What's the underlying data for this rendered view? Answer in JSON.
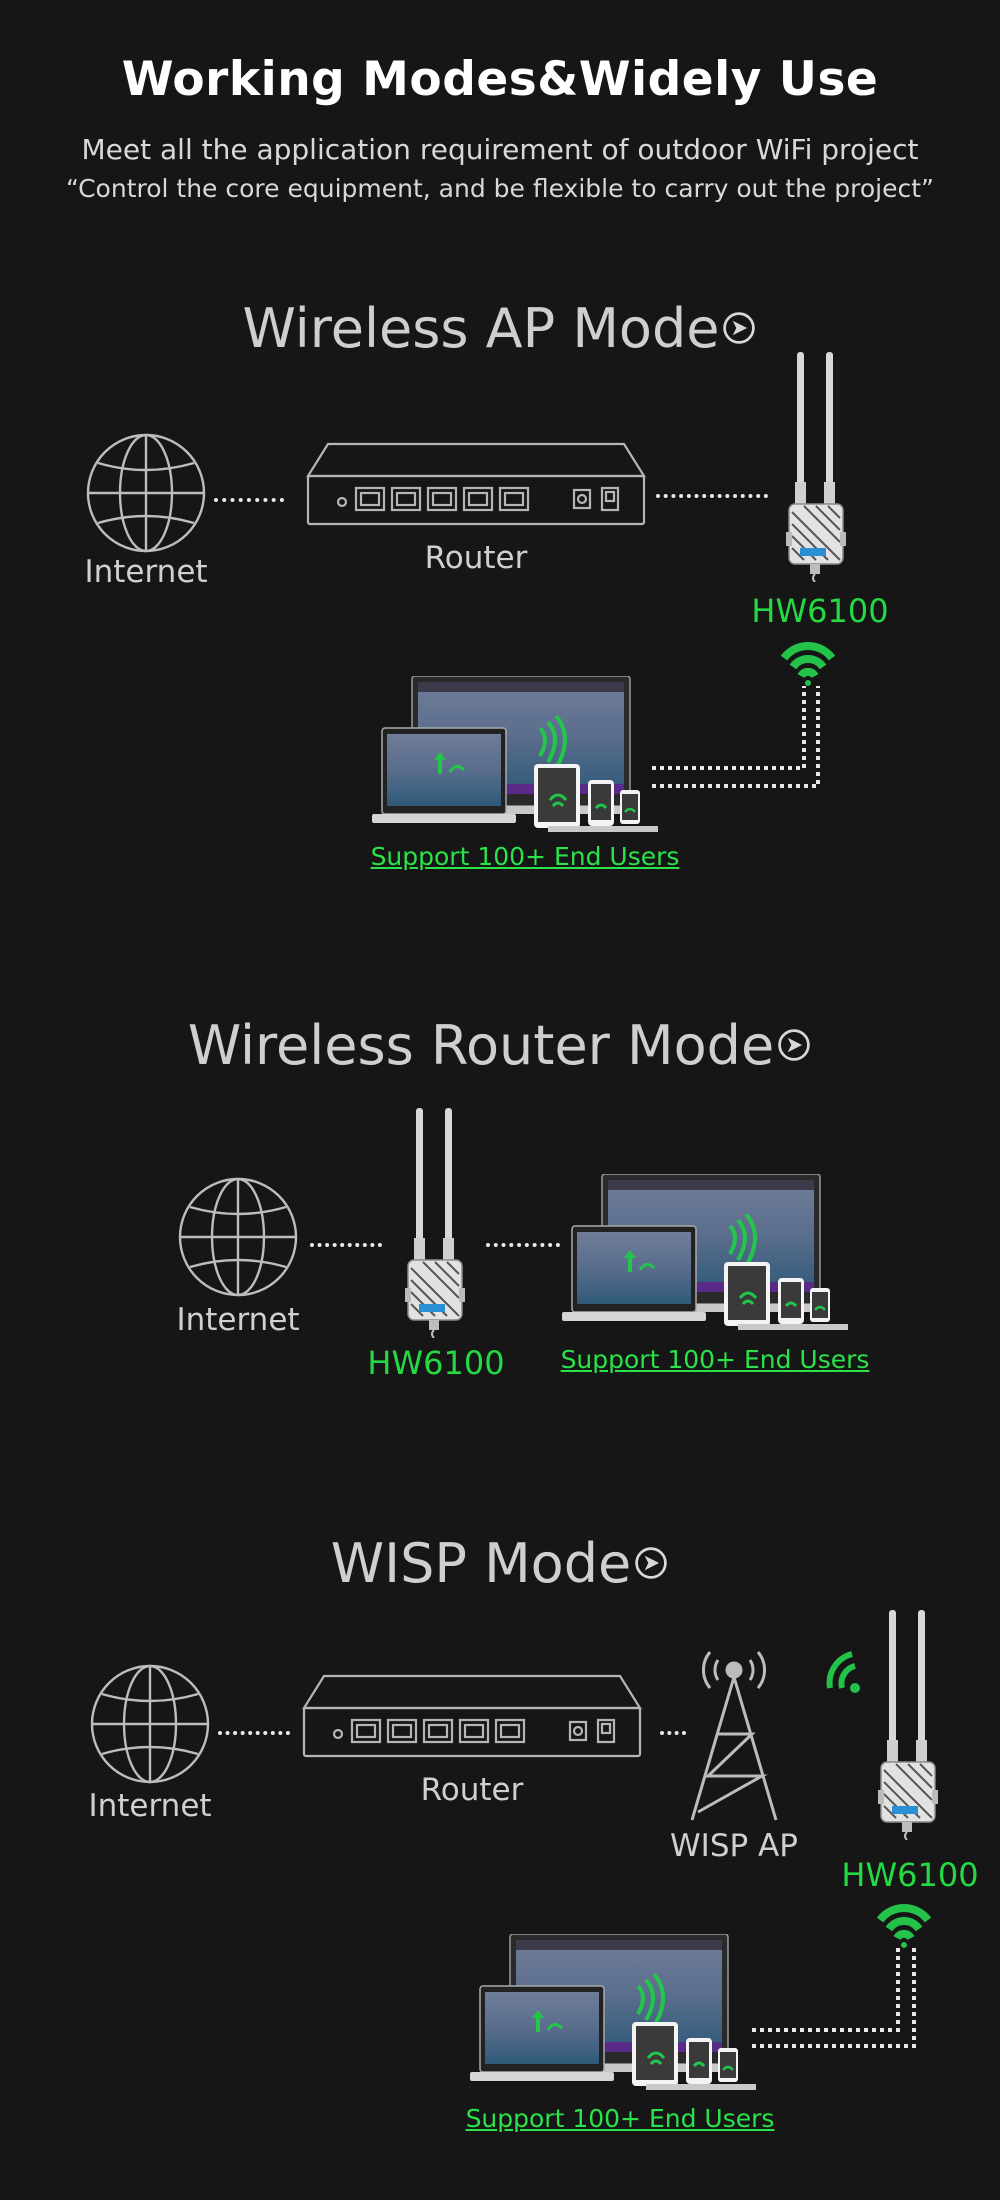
{
  "header": {
    "title": "Working Modes&Widely Use",
    "subtitle_1": "Meet all the application requirement of outdoor WiFi project",
    "subtitle_2": "“Control the core equipment, and be flexible to carry out the project”"
  },
  "modes": [
    {
      "title": "Wireless AP Mode",
      "labels": {
        "internet": "Internet",
        "router": "Router",
        "device": "HW6100",
        "users": "Support 100+ End Users"
      }
    },
    {
      "title": "Wireless Router Mode",
      "labels": {
        "internet": "Internet",
        "device": "HW6100",
        "users": "Support 100+ End Users"
      }
    },
    {
      "title": "WISP Mode",
      "labels": {
        "internet": "Internet",
        "router": "Router",
        "wisp_ap": "WISP AP",
        "device": "HW6100",
        "users": "Support 100+ End Users"
      }
    }
  ],
  "colors": {
    "background": "#161616",
    "accent_green": "#25d944",
    "line_gray": "#bdbdbd"
  },
  "icons": [
    "globe-icon",
    "router-icon",
    "access-point-icon",
    "wifi-signal-icon",
    "devices-icon",
    "tower-icon",
    "arrow-circle-icon"
  ]
}
